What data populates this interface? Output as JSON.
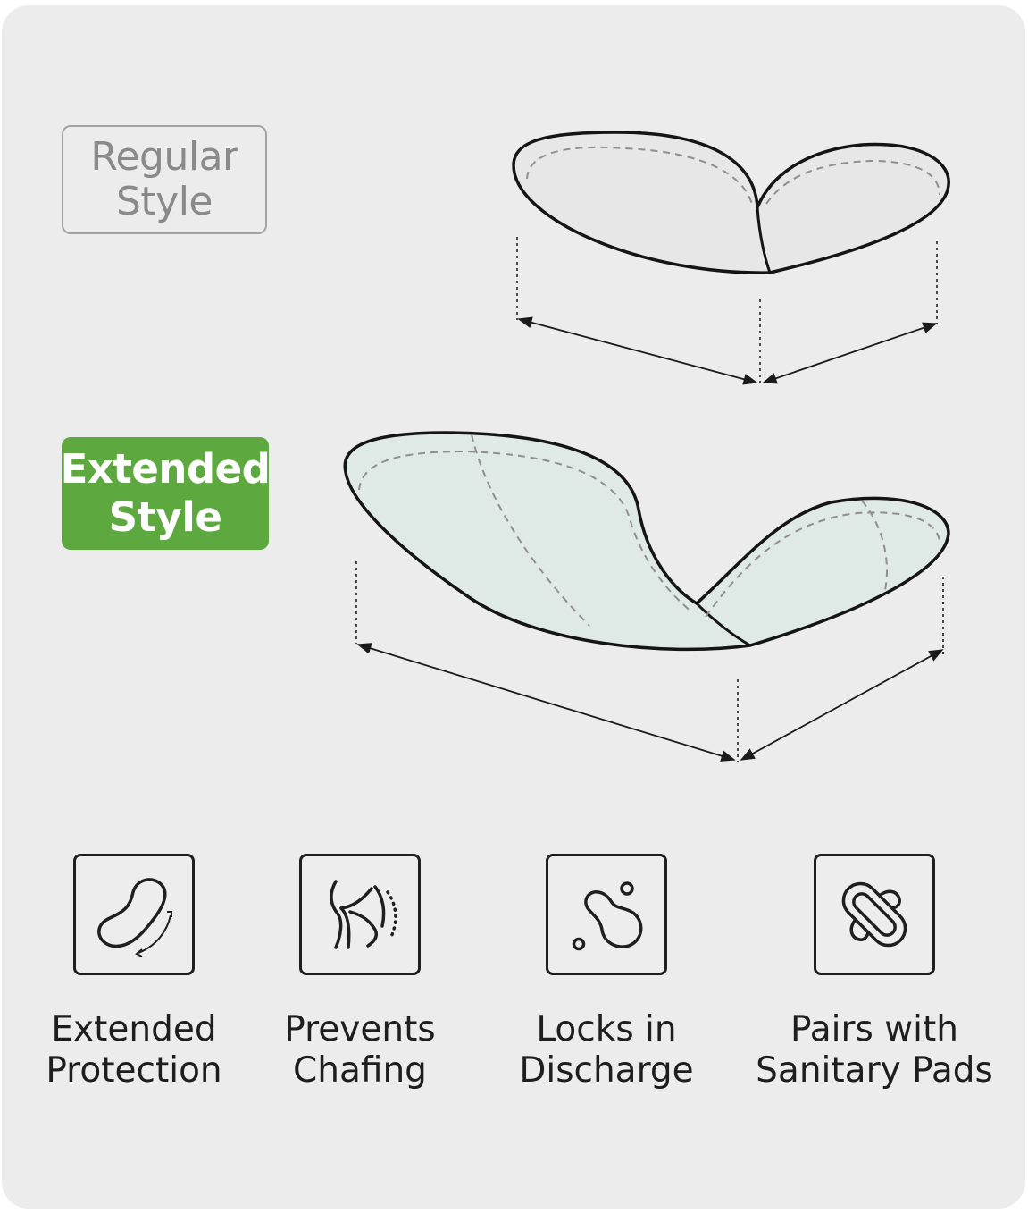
{
  "styles": {
    "regular": {
      "line1": "Regular",
      "line2": "Style"
    },
    "extended": {
      "line1": "Extended",
      "line2": "Style"
    }
  },
  "features": [
    {
      "icon": "extended-pad-icon",
      "line1": "Extended",
      "line2": "Protection"
    },
    {
      "icon": "body-hip-icon",
      "line1": "Prevents",
      "line2": "Chafing"
    },
    {
      "icon": "droplets-icon",
      "line1": "Locks in",
      "line2": "Discharge"
    },
    {
      "icon": "sanitary-pad-icon",
      "line1": "Pairs with",
      "line2": "Sanitary Pads"
    }
  ],
  "colors": {
    "card_background": "#ececec",
    "extended_accent": "#5da83f",
    "regular_outline": "#a3a3a3",
    "extended_pad_fill": "#dfe9e5",
    "regular_pad_fill": "#e6e6e6"
  }
}
